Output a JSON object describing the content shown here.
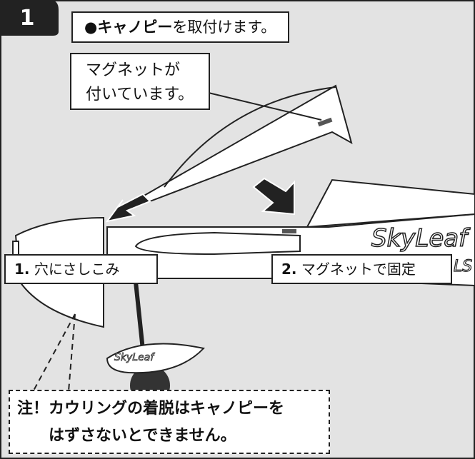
{
  "step": {
    "number": "1"
  },
  "title": {
    "bullet": "●",
    "emphasis": "キャノピー",
    "rest": "を取付けます。"
  },
  "magnet_note": {
    "line1": "マグネットが",
    "line2": "付いています。"
  },
  "labels": {
    "insert": {
      "num": "1.",
      "text": "穴にさしこみ"
    },
    "magnet": {
      "num": "2.",
      "text": "マグネットで固定"
    }
  },
  "warning": {
    "line1": "注！カウリングの着脱はキャノピーを",
    "line2": "はずさないとできません。"
  },
  "brand": {
    "fuselage": "SkyLeaf",
    "fuselage_sub": "LS",
    "wheel_pant": "SkyLeaf"
  },
  "colors": {
    "background": "#e3e3e3",
    "line": "#222222",
    "tab": "#222222",
    "fill": "#ffffff",
    "wheel": "#333333"
  }
}
